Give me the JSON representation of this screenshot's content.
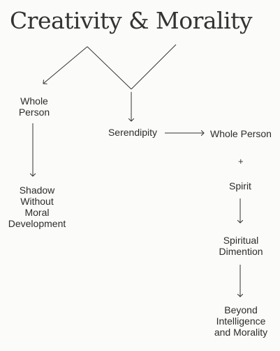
{
  "title": "Creativity & Morality",
  "nodes": {
    "whole_person_left": "Whole\nPerson",
    "shadow": "Shadow\nWithout\nMoral\nDevelopment",
    "serendipity": "Serendipity",
    "whole_person_right": "Whole Person",
    "plus": "+",
    "spirit": "Spirit",
    "spiritual_dimention": "Spiritual\nDimention",
    "beyond": "Beyond\nIntelligence\nand Morality"
  }
}
